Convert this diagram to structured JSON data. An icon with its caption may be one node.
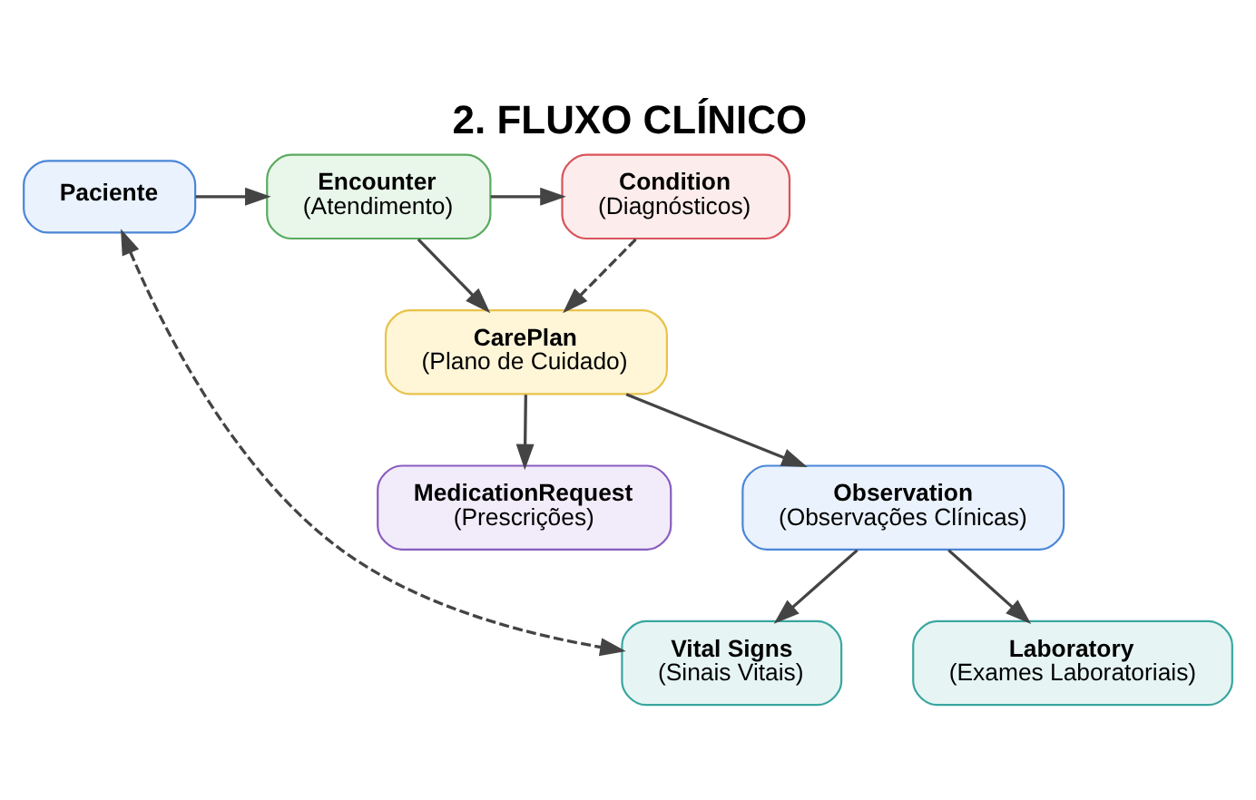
{
  "diagram": {
    "title": "2. FLUXO CLÍNICO",
    "nodes": [
      {
        "text": [
          "Paciente"
        ]
      },
      {
        "text": [
          "Encounter",
          "(Atendimento)"
        ]
      },
      {
        "text": [
          "Condition",
          "(Diagnósticos)"
        ]
      },
      {
        "text": [
          "CarePlan",
          "(Plano de Cuidado)"
        ]
      },
      {
        "text": [
          "MedicationRequest",
          "(Prescrições)"
        ]
      },
      {
        "text": [
          "Observation",
          "(Observações Clínicas)"
        ]
      },
      {
        "text": [
          "Vital Signs",
          "(Sinais Vitais)"
        ]
      },
      {
        "text": [
          "Laboratory",
          "(Exames Laboratoriais)"
        ]
      }
    ],
    "edges": [
      {
        "from": 0,
        "to": 1,
        "arrow": "to"
      },
      {
        "from": 1,
        "to": 2,
        "arrow": "to"
      },
      {
        "from": 1,
        "to": 3,
        "arrow": "to"
      },
      {
        "from": 2,
        "to": 3,
        "arrow": "to",
        "style": "dashed"
      },
      {
        "from": 3,
        "to": 4,
        "arrow": "to"
      },
      {
        "from": 3,
        "to": 5,
        "arrow": "to"
      },
      {
        "from": 5,
        "to": 6,
        "arrow": "to"
      },
      {
        "from": 5,
        "to": 7,
        "arrow": "to"
      },
      {
        "from": 0,
        "to": 6,
        "arrow": "both",
        "style": "dashed"
      }
    ]
  }
}
